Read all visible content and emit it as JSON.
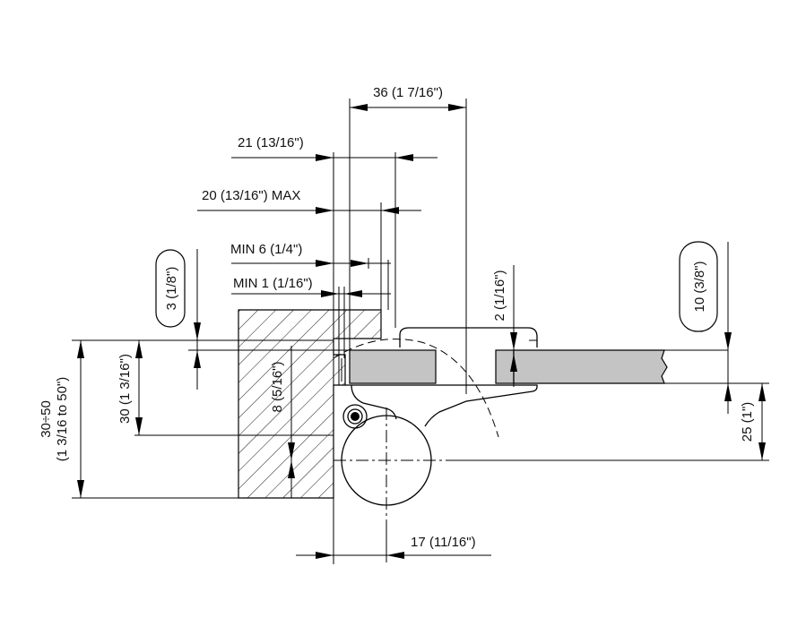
{
  "dimensions": {
    "d36": "36 (1  7/16\")",
    "d21": "21 (13/16\")",
    "d20": "20 (13/16\") MAX",
    "dmin6": "MIN 6 (1/4\")",
    "dmin1": "MIN 1 (1/16\")",
    "d3": "3 (1/8\")",
    "d2": "2 (1/16\")",
    "d10": "10 (3/8\")",
    "d30": "30 (1  3/16\")",
    "d8": "8 (5/16\")",
    "d25": "25 (1\")",
    "d17": "17 (11/16\")",
    "drange_line1": "30÷50",
    "drange_line2": "(1  3/16 to 50\")"
  }
}
